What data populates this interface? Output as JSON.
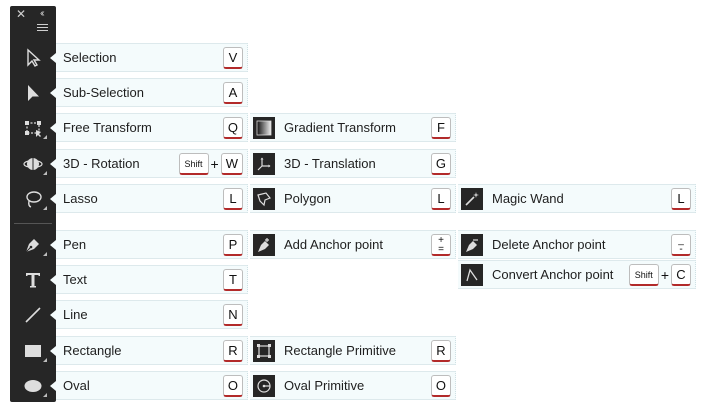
{
  "toolbar": {
    "close_glyph": "✕",
    "collapse_glyph": "‹‹",
    "tools": [
      {
        "name": "selection-tool",
        "icon": "arrow-outline-icon"
      },
      {
        "name": "sub-selection-tool",
        "icon": "arrow-solid-icon"
      },
      {
        "name": "free-transform-tool",
        "icon": "transform-icon"
      },
      {
        "name": "3d-rotation-tool",
        "icon": "globe-rotate-icon"
      },
      {
        "name": "lasso-tool",
        "icon": "lasso-icon"
      },
      {
        "name": "pen-tool",
        "icon": "pen-nib-icon"
      },
      {
        "name": "text-tool",
        "icon": "text-t-icon"
      },
      {
        "name": "line-tool",
        "icon": "line-icon"
      },
      {
        "name": "rectangle-tool",
        "icon": "rectangle-icon"
      },
      {
        "name": "oval-tool",
        "icon": "oval-icon"
      }
    ]
  },
  "col1": [
    {
      "label": "Selection",
      "key": "V"
    },
    {
      "label": "Sub-Selection",
      "key": "A"
    },
    {
      "label": "Free Transform",
      "key": "Q"
    },
    {
      "label": "3D - Rotation",
      "modifier": "Shift",
      "plus": "+",
      "key": "W"
    },
    {
      "label": "Lasso",
      "key": "L"
    },
    {
      "label": "Pen",
      "key": "P"
    },
    {
      "label": "Text",
      "key": "T"
    },
    {
      "label": "Line",
      "key": "N"
    },
    {
      "label": "Rectangle",
      "key": "R"
    },
    {
      "label": "Oval",
      "key": "O"
    }
  ],
  "col2": [
    {
      "label": "Gradient Transform",
      "key": "F",
      "icon": "gradient-icon"
    },
    {
      "label": "3D - Translation",
      "key": "G",
      "icon": "axes-icon"
    },
    {
      "label": "Polygon",
      "key": "L",
      "icon": "polygon-lasso-icon"
    },
    {
      "label": "Add Anchor point",
      "key_top": "+",
      "key_bottom": "=",
      "icon": "pen-add-icon"
    },
    {
      "label": "Rectangle Primitive",
      "key": "R",
      "icon": "rect-primitive-icon"
    },
    {
      "label": "Oval Primitive",
      "key": "O",
      "icon": "oval-primitive-icon"
    }
  ],
  "col3": [
    {
      "label": "Magic Wand",
      "key": "L",
      "icon": "magic-wand-icon"
    },
    {
      "label": "Delete Anchor point",
      "key_top": "_",
      "key_bottom": "-",
      "icon": "pen-delete-icon"
    },
    {
      "label": "Convert Anchor point",
      "modifier": "Shift",
      "plus": "+",
      "key": "C",
      "icon": "convert-anchor-icon"
    }
  ]
}
